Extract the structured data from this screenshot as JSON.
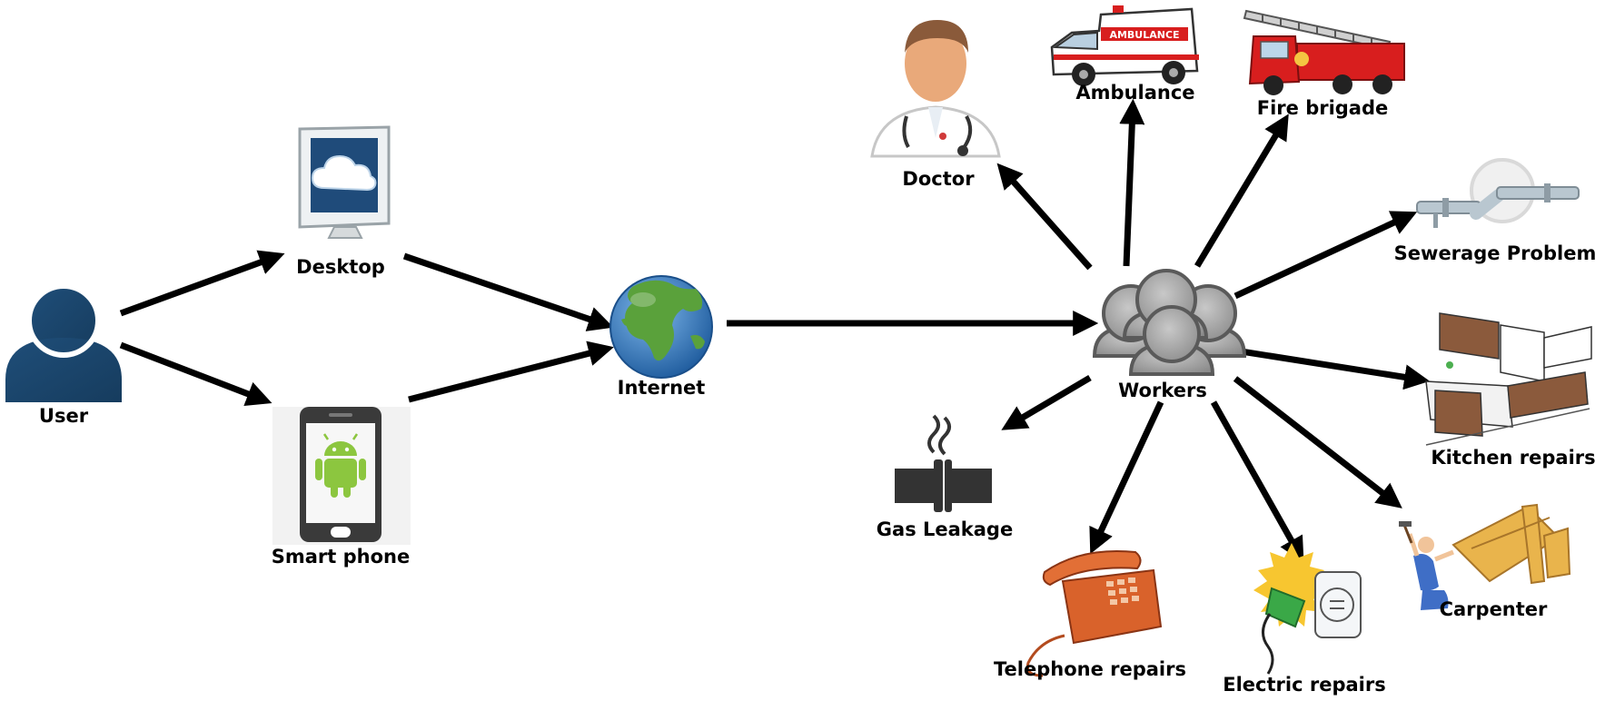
{
  "nodes": {
    "user": "User",
    "desktop": "Desktop",
    "smartphone": "Smart phone",
    "internet": "Internet",
    "workers": "Workers",
    "doctor": "Doctor",
    "ambulance": "Ambulance",
    "ambulance_vehicle_text": "AMBULANCE",
    "fire_brigade": "Fire brigade",
    "sewerage": "Sewerage Problem",
    "kitchen": "Kitchen repairs",
    "carpenter": "Carpenter",
    "electric": "Electric repairs",
    "telephone": "Telephone repairs",
    "gas": "Gas Leakage"
  },
  "colors": {
    "user_blue": "#1f4e79",
    "android_green": "#8cc63f",
    "phone_body": "#3a3a3a",
    "worker_gray": "#9a9a9a",
    "globe_ocean": "#2f6fb3",
    "globe_land": "#5aa13b",
    "fire_red": "#d81e1e",
    "phone_orange": "#d9622b",
    "wood": "#e9b44c"
  },
  "icons": {
    "user": "user-icon",
    "desktop": "desktop-monitor-icon",
    "smartphone": "android-phone-icon",
    "internet": "globe-icon",
    "workers": "group-icon",
    "doctor": "doctor-icon",
    "ambulance": "ambulance-icon",
    "fire_brigade": "fire-truck-icon",
    "sewerage": "pipe-icon",
    "kitchen": "kitchen-icon",
    "carpenter": "carpenter-icon",
    "electric": "electric-plug-icon",
    "telephone": "telephone-icon",
    "gas": "gas-leak-icon"
  }
}
